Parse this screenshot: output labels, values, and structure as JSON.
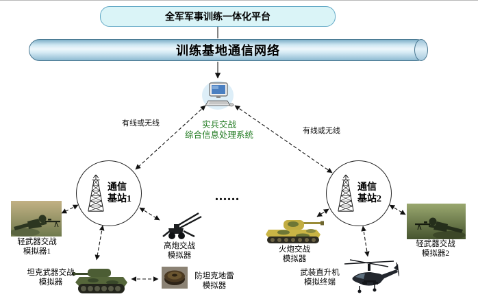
{
  "platform": {
    "label": "全军军事训练一体化平台"
  },
  "network": {
    "label": "训练基地通信网络"
  },
  "processor": {
    "line1": "实兵交战",
    "line2": "综合信息处理系统"
  },
  "link_labels": {
    "left": "有线或无线",
    "right": "有线或无线"
  },
  "stations": {
    "left": {
      "line1": "通信",
      "line2": "基站1"
    },
    "right": {
      "line1": "通信",
      "line2": "基站2"
    }
  },
  "ellipsis": "......",
  "equipment": {
    "soldier1": {
      "line1": "轻武器交战",
      "line2": "模拟器1"
    },
    "tank": {
      "line1": "坦克武器交战",
      "line2": "模拟器"
    },
    "aagun": {
      "line1": "高炮交战",
      "line2": "模拟器"
    },
    "mine": {
      "line1": "防坦克地雷",
      "line2": "模拟器"
    },
    "artillery": {
      "line1": "火炮交战",
      "line2": "模拟器"
    },
    "helicopter": {
      "line1": "武装直升机",
      "line2": "模拟终端"
    },
    "soldier2": {
      "line1": "轻武器交战",
      "line2": "模拟器2"
    }
  },
  "icons": {
    "computer": "desktop-computer-icon",
    "tower": "lattice-antenna-tower-icon",
    "soldier": "prone-soldier-image",
    "tank": "tank-image",
    "aagun": "anti-aircraft-gun-image",
    "mine": "anti-tank-mine-image",
    "artillery": "camouflage-artillery-image",
    "helicopter": "attack-helicopter-image"
  },
  "colors": {
    "platform_fill": "#daf4f7",
    "platform_border": "#62a9c6",
    "cylinder_fill": "#cfe7f2",
    "cylinder_border": "#46758f",
    "processor_text": "#1f7a1f",
    "line_color": "#111111"
  }
}
